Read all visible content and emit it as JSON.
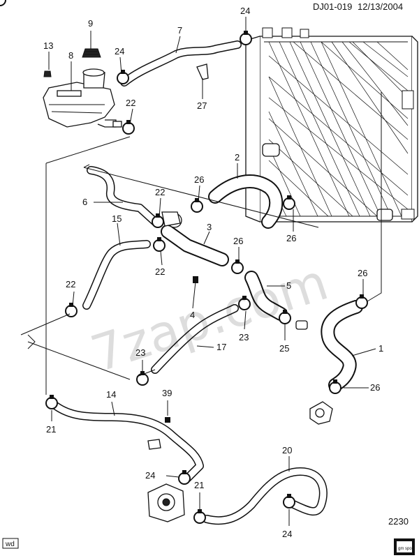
{
  "header": {
    "diagram_id": "DJ01-019",
    "date": "12/13/2004"
  },
  "footer": {
    "page_code": "2230",
    "corner_tag": "wd",
    "logo_text": "gm spo"
  },
  "watermark": "7zap.com",
  "callouts": [
    {
      "key": "c1",
      "label": "1"
    },
    {
      "key": "c2",
      "label": "2"
    },
    {
      "key": "c3",
      "label": "3"
    },
    {
      "key": "c4",
      "label": "4"
    },
    {
      "key": "c5",
      "label": "5"
    },
    {
      "key": "c6",
      "label": "6"
    },
    {
      "key": "c7",
      "label": "7"
    },
    {
      "key": "c8",
      "label": "8"
    },
    {
      "key": "c9",
      "label": "9"
    },
    {
      "key": "c13",
      "label": "13"
    },
    {
      "key": "c14",
      "label": "14"
    },
    {
      "key": "c15",
      "label": "15"
    },
    {
      "key": "c17",
      "label": "17"
    },
    {
      "key": "c20",
      "label": "20"
    },
    {
      "key": "c21a",
      "label": "21"
    },
    {
      "key": "c21b",
      "label": "21"
    },
    {
      "key": "c22a",
      "label": "22"
    },
    {
      "key": "c22b",
      "label": "22"
    },
    {
      "key": "c22c",
      "label": "22"
    },
    {
      "key": "c22d",
      "label": "22"
    },
    {
      "key": "c23a",
      "label": "23"
    },
    {
      "key": "c23b",
      "label": "23"
    },
    {
      "key": "c24a",
      "label": "24"
    },
    {
      "key": "c24b",
      "label": "24"
    },
    {
      "key": "c24c",
      "label": "24"
    },
    {
      "key": "c24d",
      "label": "24"
    },
    {
      "key": "c25",
      "label": "25"
    },
    {
      "key": "c26a",
      "label": "26"
    },
    {
      "key": "c26b",
      "label": "26"
    },
    {
      "key": "c26c",
      "label": "26"
    },
    {
      "key": "c26d",
      "label": "26"
    },
    {
      "key": "c26e",
      "label": "26"
    },
    {
      "key": "c27",
      "label": "27"
    },
    {
      "key": "c39",
      "label": "39"
    }
  ]
}
